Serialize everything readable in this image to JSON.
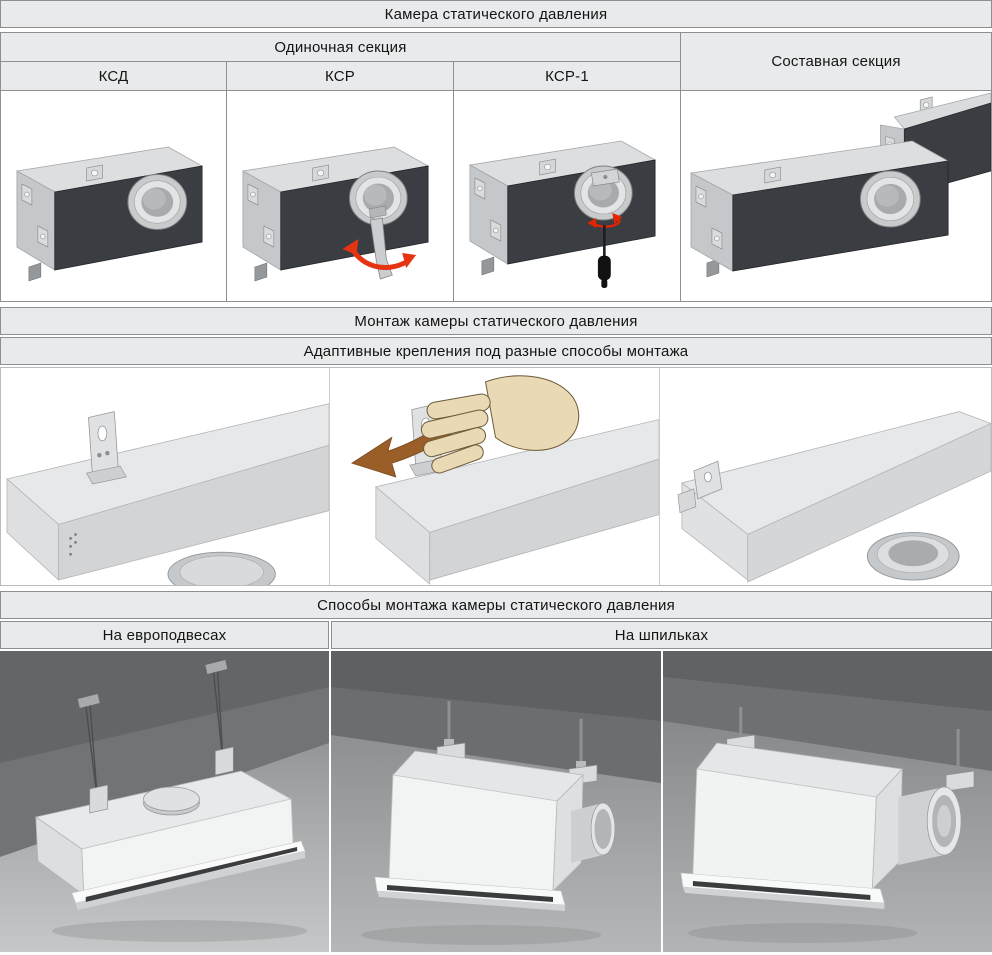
{
  "page": {
    "title": "Камера статического давления"
  },
  "top": {
    "single_section": "Одиночная секция",
    "composite_section": "Составная секция",
    "models": [
      {
        "label": "КСД"
      },
      {
        "label": "КСР"
      },
      {
        "label": "КСР-1"
      }
    ]
  },
  "montage": {
    "title": "Монтаж камеры статического давления",
    "subtitle": "Адаптивные крепления под разные способы монтажа"
  },
  "methods": {
    "title": "Способы монтажа камеры статического давления",
    "euro": "На европодвесах",
    "studs": "На шпильках"
  },
  "colors": {
    "header_bg": "#e9eaeb",
    "border": "#8d9093",
    "box_dark": "#3a3d41",
    "accent_red": "#e63312",
    "accent_brown": "#9a5f28"
  }
}
